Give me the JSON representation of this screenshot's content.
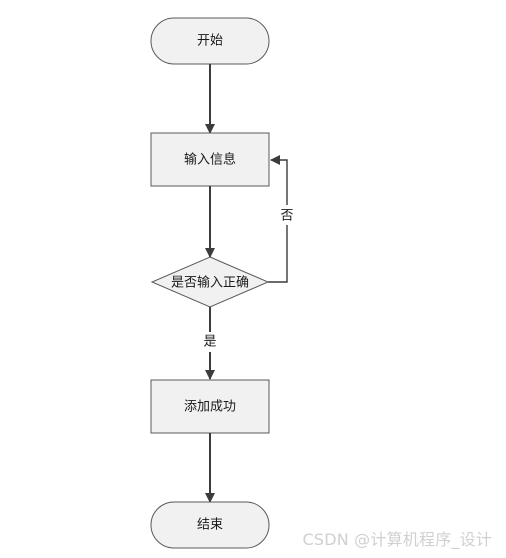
{
  "diagram": {
    "nodes": {
      "start": {
        "label": "开始",
        "shape": "terminator"
      },
      "input": {
        "label": "输入信息",
        "shape": "process"
      },
      "check": {
        "label": "是否输入正确",
        "shape": "decision"
      },
      "success": {
        "label": "添加成功",
        "shape": "process"
      },
      "end": {
        "label": "结束",
        "shape": "terminator"
      }
    },
    "edges": {
      "no_label": "否",
      "yes_label": "是"
    }
  },
  "watermark": {
    "text": "CSDN @计算机程序_设计"
  }
}
